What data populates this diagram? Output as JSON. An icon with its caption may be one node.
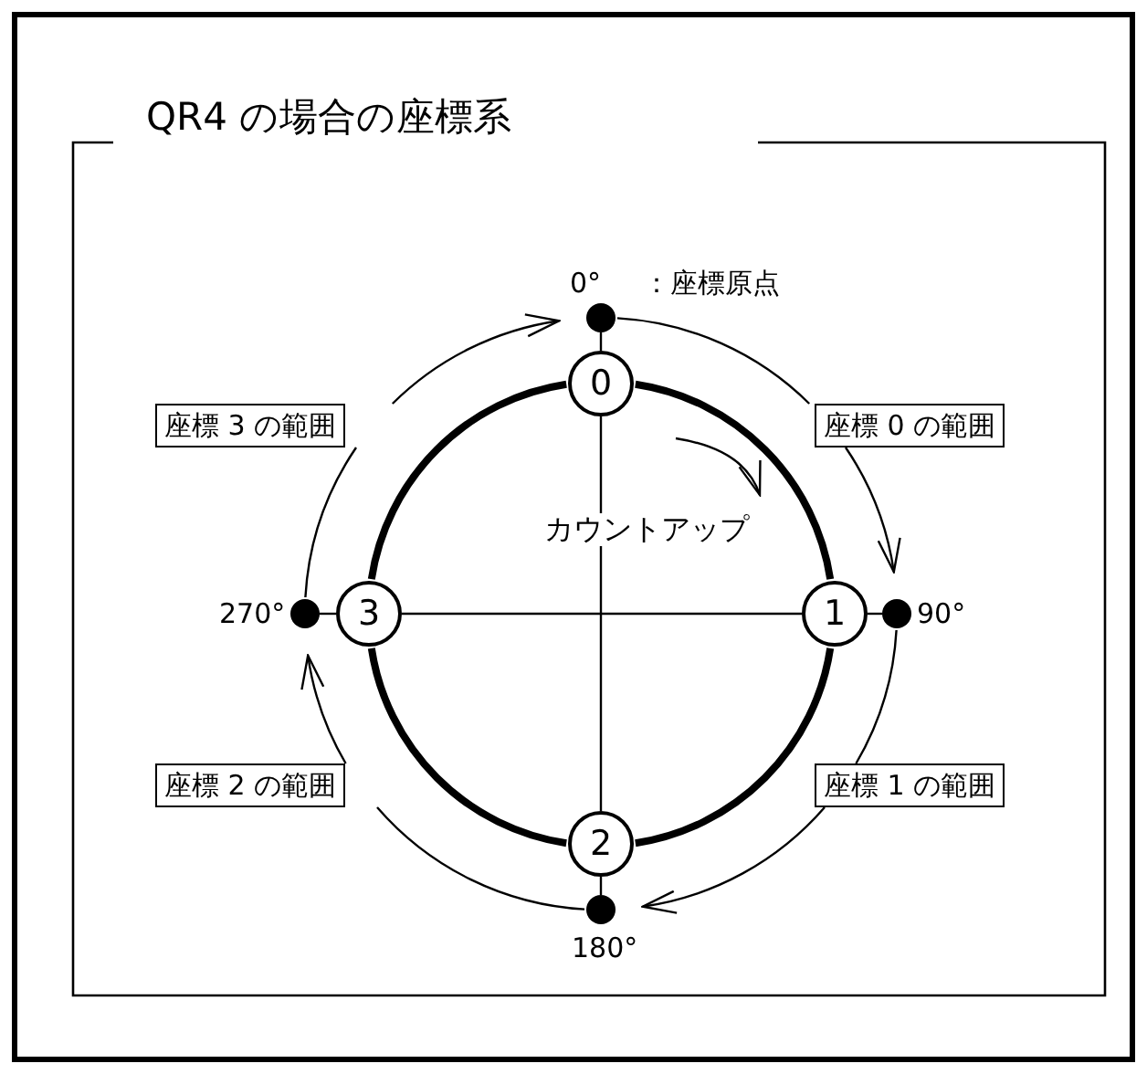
{
  "diagram": {
    "title": "QR4 の場合の座標系",
    "nodes": [
      {
        "text": [
          "0"
        ]
      },
      {
        "text": [
          "1"
        ]
      },
      {
        "text": [
          "2"
        ]
      },
      {
        "text": [
          "3"
        ]
      },
      {
        "text": [],
        "shape": "circle",
        "beside": [
          "0°",
          "：座標原点"
        ]
      },
      {
        "text": [],
        "shape": "circle",
        "beside": [
          "90°"
        ]
      },
      {
        "text": [],
        "shape": "circle",
        "beside": [
          "180°"
        ]
      },
      {
        "text": [],
        "shape": "circle",
        "beside": [
          "270°"
        ]
      },
      {
        "text": [
          "座標 3 の範囲"
        ]
      },
      {
        "text": [
          "座標 0 の範囲"
        ]
      },
      {
        "text": [
          "座標 2 の範囲"
        ]
      },
      {
        "text": [
          "座標 1 の範囲"
        ]
      }
    ],
    "edges": [
      {
        "from": 0,
        "to": 2,
        "arrow": "none"
      },
      {
        "from": 3,
        "to": 1,
        "arrow": "none"
      },
      {
        "from": 0,
        "to": 4,
        "arrow": "none"
      },
      {
        "from": 1,
        "to": 5,
        "arrow": "none"
      },
      {
        "from": 2,
        "to": 6,
        "arrow": "none"
      },
      {
        "from": 3,
        "to": 7,
        "arrow": "none"
      },
      {
        "from": 0,
        "to": 1,
        "arrow": "none",
        "style": "thick"
      },
      {
        "from": 1,
        "to": 2,
        "arrow": "none",
        "style": "thick"
      },
      {
        "from": 2,
        "to": 3,
        "arrow": "none",
        "style": "thick"
      },
      {
        "from": 3,
        "to": 0,
        "arrow": "none",
        "style": "thick"
      },
      {
        "from": 4,
        "to": 9,
        "arrow": "none"
      },
      {
        "from": 9,
        "to": 5,
        "arrow": "to"
      },
      {
        "from": 5,
        "to": 11,
        "arrow": "none"
      },
      {
        "from": 11,
        "to": 6,
        "arrow": "to"
      },
      {
        "from": 6,
        "to": 10,
        "arrow": "none"
      },
      {
        "from": 10,
        "to": 7,
        "arrow": "to"
      },
      {
        "from": 7,
        "to": 8,
        "arrow": "none"
      },
      {
        "from": 8,
        "to": 4,
        "arrow": "to"
      }
    ],
    "labels": [
      "カウントアップ"
    ]
  }
}
